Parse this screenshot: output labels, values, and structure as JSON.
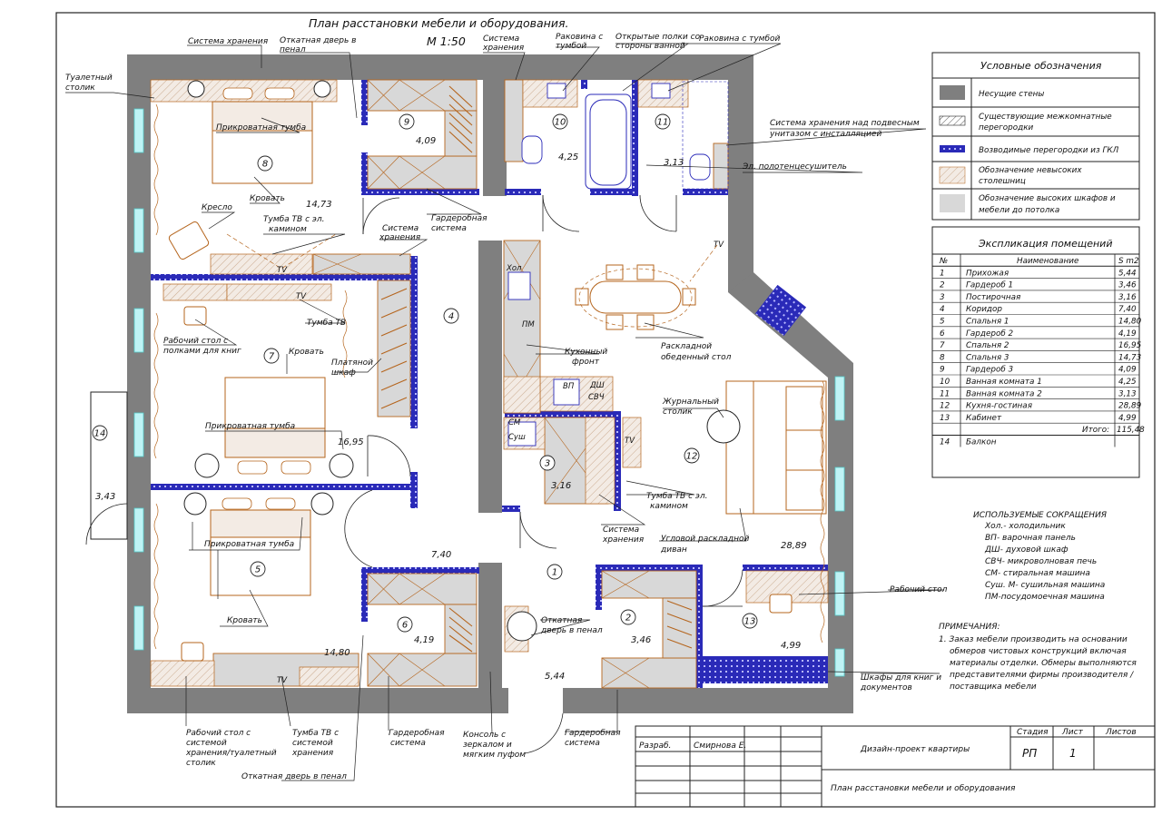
{
  "title": {
    "main": "План расстановки мебели и оборудования.",
    "scale": "М 1:50"
  },
  "labels": {
    "storage_top": "Система хранения",
    "sliding_door_top": "Откатная дверь в",
    "sliding_door_top2": "пенал",
    "dressing_table_1": "Туалетный",
    "dressing_table_2": "столик",
    "storage_bath_1": "Система",
    "storage_bath_2": "хранения",
    "sink_a_1": "Раковина с",
    "sink_a_2": "тумбой",
    "shelves_1": "Открытые полки со",
    "shelves_2": "стороны ванной",
    "sink_b": "Раковина с тумбой",
    "bath_storage_1": "Система хранения над подвесным",
    "bath_storage_2": "унитазом с инсталляцией",
    "towel_dryer": "Эл. полотенцесушитель",
    "bedside_top": "Прикроватная тумба",
    "bed_top": "Кровать",
    "armchair": "Кресло",
    "tv_fireplace_1": "Тумба ТВ с эл.",
    "tv_fireplace_2": "камином",
    "storage_mid_1": "Система",
    "storage_mid_2": "хранения",
    "wardrobe_sys_1": "Гардеробная",
    "wardrobe_sys_2": "система",
    "tv_stand": "Тумба ТВ",
    "desk_books_1": "Рабочий стол с",
    "desk_books_2": "полками для книг",
    "bed_mid": "Кровать",
    "closet_1": "Платяной",
    "closet_2": "шкаф",
    "bedside_mid": "Прикроватная тумба",
    "bedside_low": "Прикроватная тумба",
    "bed_low": "Кровать",
    "kitchen_front_1": "Кухонный",
    "kitchen_front_2": "фронт",
    "folding_table_1": "Раскладной",
    "folding_table_2": "обеденный стол",
    "coffee_table_1": "Журнальный",
    "coffee_table_2": "столик",
    "tv_fireplace_k_1": "Тумба ТВ с эл.",
    "tv_fireplace_k_2": "камином",
    "storage_k_1": "Система",
    "storage_k_2": "хранения",
    "sofa_1": "Угловой раскладной",
    "sofa_2": "диван",
    "desk": "Рабочий стол",
    "sliding_door_mid_1": "Откатная",
    "sliding_door_mid_2": "дверь в пенал",
    "bookcases_1": "Шкафы для книг и",
    "bookcases_2": "документов",
    "desk_combo_1": "Рабочий стол с",
    "desk_combo_2": "системой",
    "desk_combo_3": "хранения/туалетный",
    "desk_combo_4": "столик",
    "tv_storage_1": "Тумба ТВ с",
    "tv_storage_2": "системой",
    "tv_storage_3": "хранения",
    "sliding_door_bottom": "Откатная дверь в пенал",
    "wardrobe_low_1": "Гардеробная",
    "wardrobe_low_2": "система",
    "console_1": "Консоль с",
    "console_2": "зеркалом и",
    "console_3": "мягким пуфом",
    "wardrobe_hall_1": "Гардеробная",
    "wardrobe_hall_2": "система",
    "tv": "TV",
    "fridge": "Хол",
    "dishwasher": "ПМ",
    "oven": "ДШ",
    "microwave": "СВЧ",
    "hob": "ВП",
    "washer": "СМ",
    "dryer": "Суш"
  },
  "rooms": [
    {
      "num": "1",
      "area": "5,44"
    },
    {
      "num": "2",
      "area": "3,46"
    },
    {
      "num": "3",
      "area": "3,16"
    },
    {
      "num": "4",
      "area": "7,40"
    },
    {
      "num": "5",
      "area": "14,80"
    },
    {
      "num": "6",
      "area": "4,19"
    },
    {
      "num": "7",
      "area": "16,95"
    },
    {
      "num": "8",
      "area": "14,73"
    },
    {
      "num": "9",
      "area": "4,09"
    },
    {
      "num": "10",
      "area": "4,25"
    },
    {
      "num": "11",
      "area": "3,13"
    },
    {
      "num": "12",
      "area": "28,89"
    },
    {
      "num": "13",
      "area": "4,99"
    },
    {
      "num": "14",
      "area": "3,43"
    }
  ],
  "legend": {
    "title": "Условные обозначения",
    "items": [
      {
        "text1": "Несущие стены",
        "text2": ""
      },
      {
        "text1": "Существующие межкомнатные",
        "text2": "перегородки"
      },
      {
        "text1": "Возводимые перегородки из ГКЛ",
        "text2": ""
      },
      {
        "text1": "Обозначение невысоких",
        "text2": "столешниц"
      },
      {
        "text1": "Обозначение высоких шкафов и",
        "text2": "мебели до потолка"
      }
    ],
    "colors": {
      "wall": "#7f7f7f",
      "partition": "#1a1aa8",
      "counter": "#d9c7b8",
      "tall": "#d4d4d4",
      "furniture": "#b5651d"
    }
  },
  "explication": {
    "title": "Экспликация помещений",
    "headers": [
      "№",
      "Наименование",
      "S m2"
    ],
    "rows": [
      [
        "1",
        "Прихожая",
        "5,44"
      ],
      [
        "2",
        "Гардероб 1",
        "3,46"
      ],
      [
        "3",
        "Постирочная",
        "3,16"
      ],
      [
        "4",
        "Коридор",
        "7,40"
      ],
      [
        "5",
        "Спальня 1",
        "14,80"
      ],
      [
        "6",
        "Гардероб 2",
        "4,19"
      ],
      [
        "7",
        "Спальня 2",
        "16,95"
      ],
      [
        "8",
        "Спальня 3",
        "14,73"
      ],
      [
        "9",
        "Гардероб 3",
        "4,09"
      ],
      [
        "10",
        "Ванная комната 1",
        "4,25"
      ],
      [
        "11",
        "Ванная комната 2",
        "3,13"
      ],
      [
        "12",
        "Кухня-гостиная",
        "28,89"
      ],
      [
        "13",
        "Кабинет",
        "4,99"
      ]
    ],
    "total_label": "Итого:",
    "total_value": "115,48",
    "extra_row": [
      "14",
      "Балкон",
      ""
    ]
  },
  "abbreviations": {
    "title": "ИСПОЛЬЗУЕМЫЕ СОКРАЩЕНИЯ",
    "items": [
      "Хол.- холодильник",
      "ВП- варочная панель",
      "ДШ- духовой шкаф",
      "СВЧ- микроволновая печь",
      "СМ- стиральная машина",
      "Суш. М- сушильная машина",
      "ПМ-посудомоечная машина"
    ]
  },
  "notes": {
    "title": "ПРИМЕЧАНИЯ:",
    "lines": [
      "1.  Заказ мебели производить на основании",
      "обмеров чистовых конструкций включая",
      "материалы отделки. Обмеры выполняются",
      "представителями фирмы производителя /",
      "поставщика мебели"
    ]
  },
  "stamp": {
    "role": "Разраб.",
    "author": "Смирнова Е.",
    "project": "Дизайн-проект квартиры",
    "sheet_title": "План расстановки мебели и оборудования",
    "stage_h": "Стадия",
    "sheet_h": "Лист",
    "sheets_h": "Листов",
    "stage": "РП",
    "sheet": "1",
    "sheets": ""
  }
}
